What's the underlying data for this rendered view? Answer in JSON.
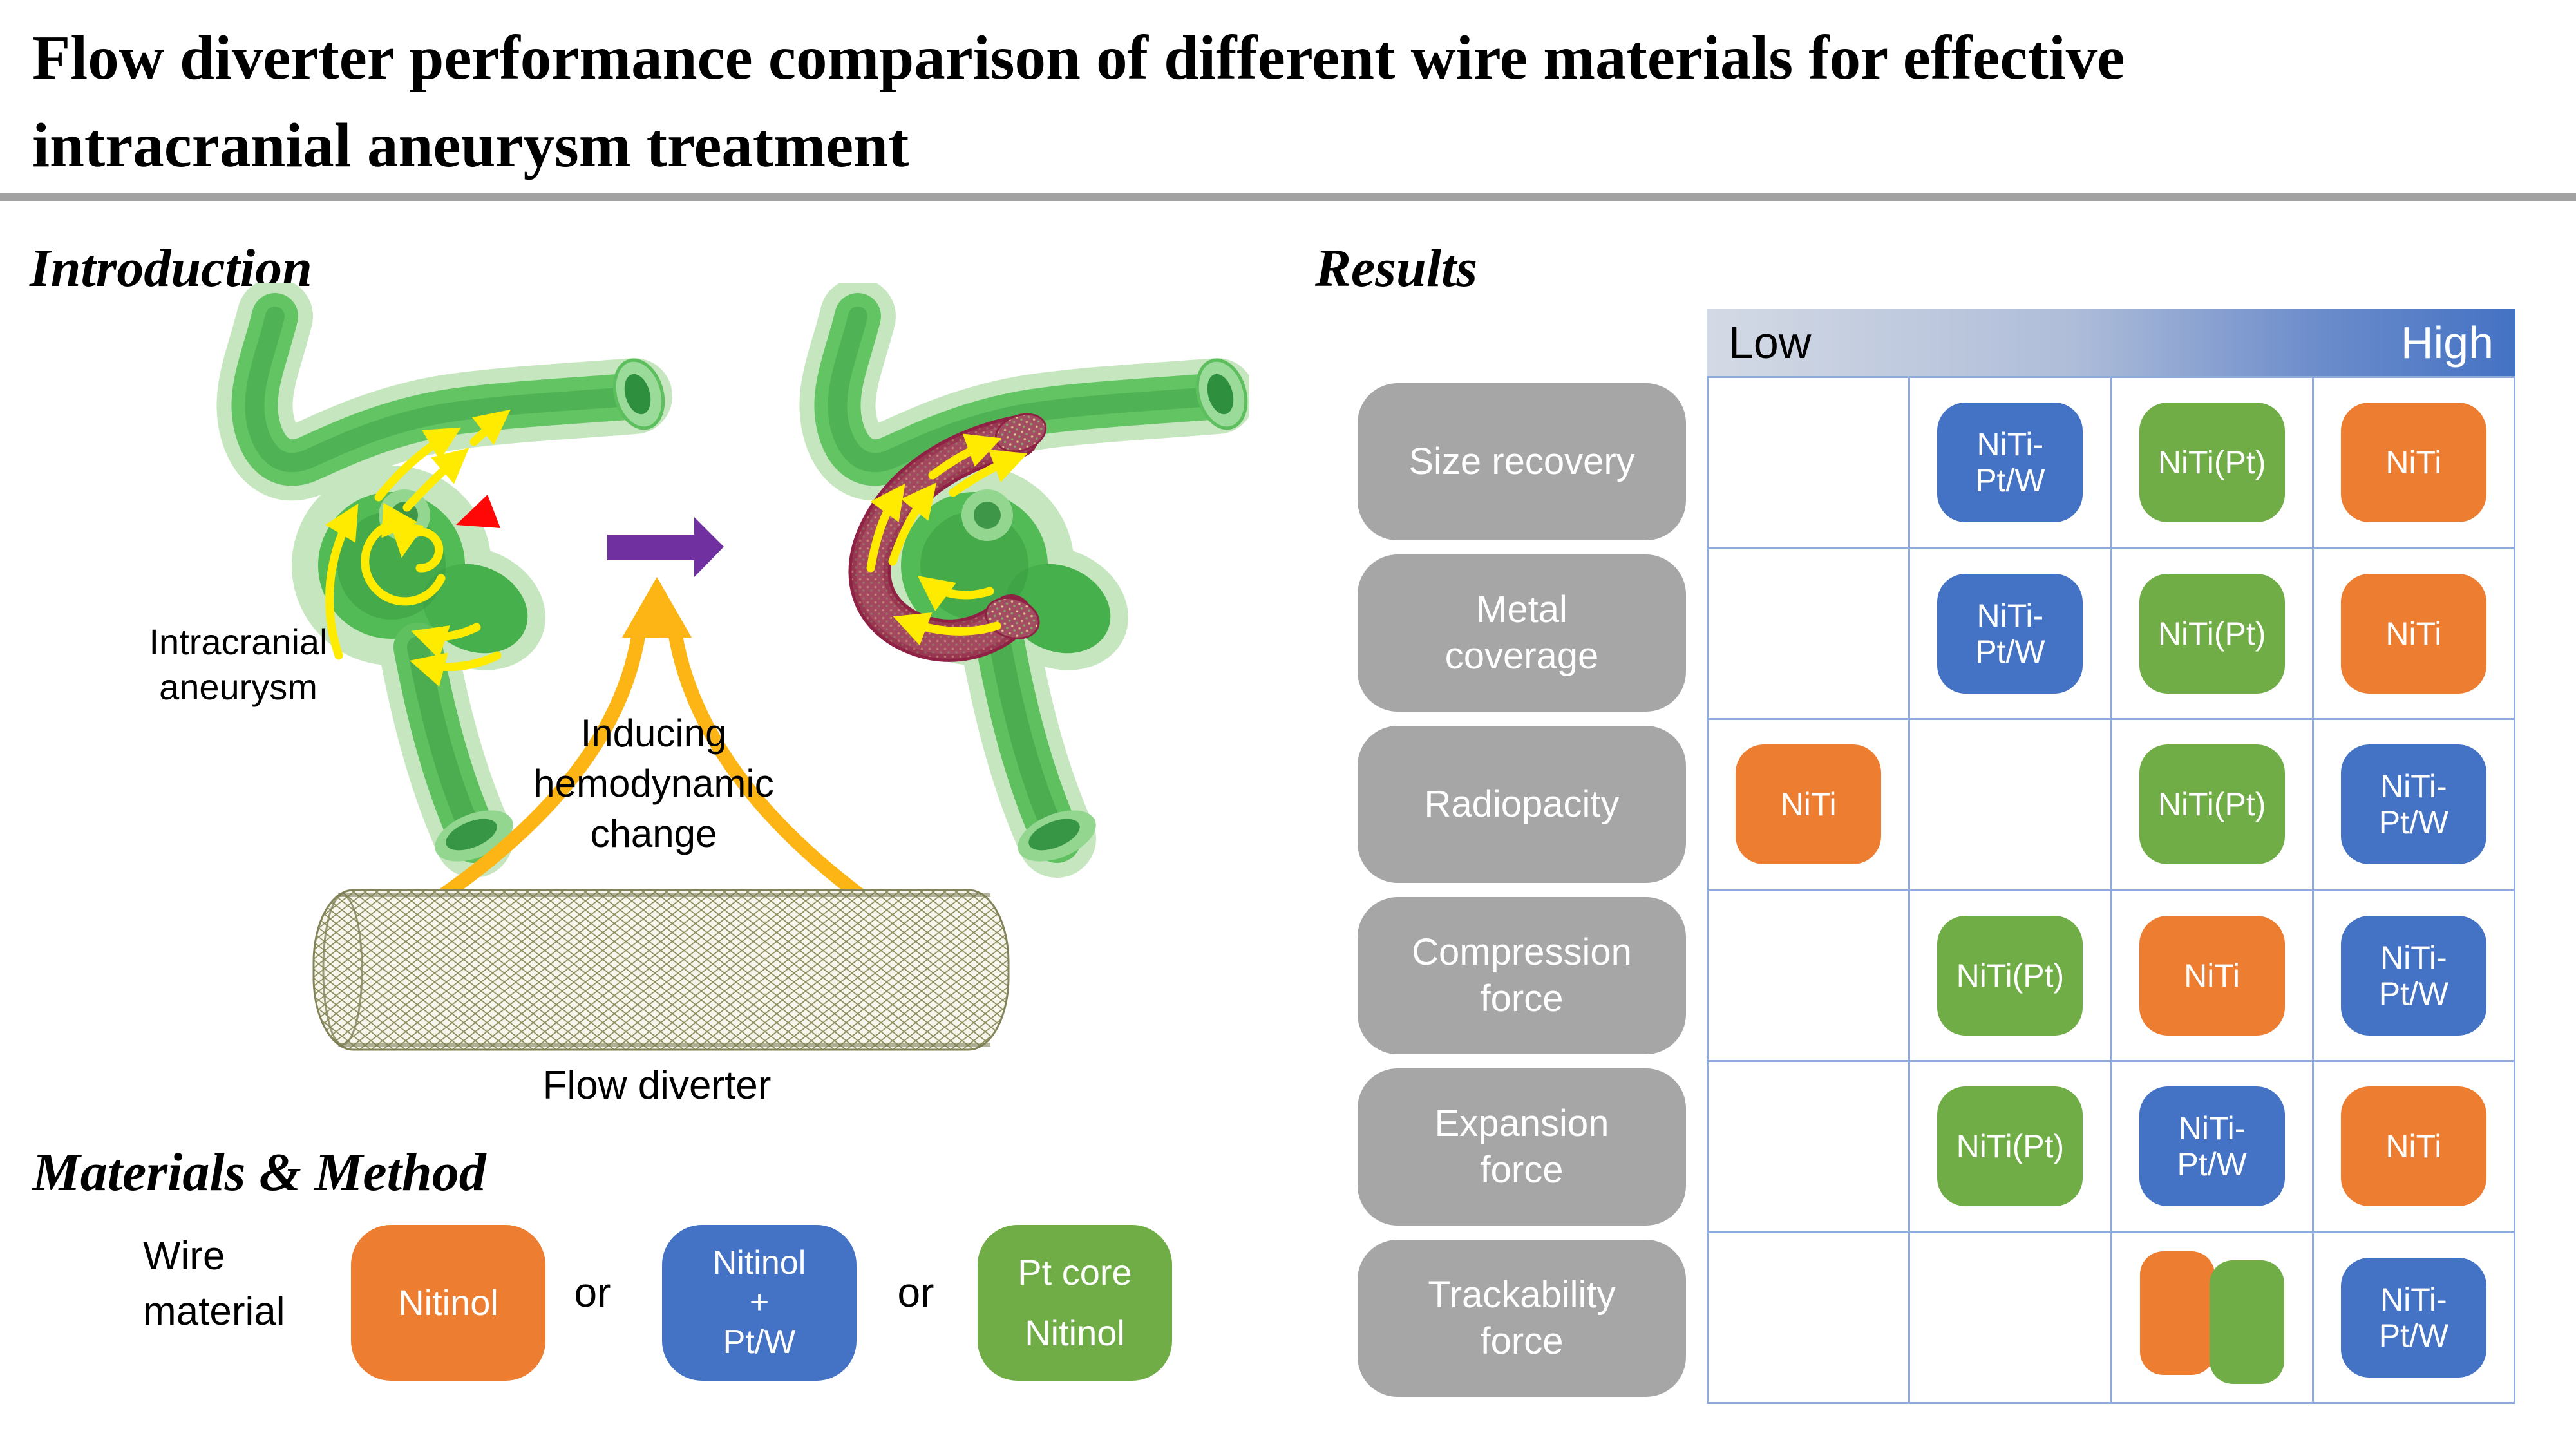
{
  "header": {
    "title_lines": [
      "Flow diverter performance comparison of different wire materials for effective",
      "intracranial aneurysm treatment"
    ]
  },
  "introduction": {
    "heading": "Introduction",
    "aneurysm_label_lines": [
      "Intracranial",
      "aneurysm"
    ],
    "inducing_label_lines": [
      "Inducing",
      "hemodynamic",
      "change"
    ],
    "flow_diverter_label": "Flow diverter"
  },
  "materials": {
    "heading": "Materials & Method",
    "wire_label_lines": [
      "Wire",
      "material"
    ],
    "or_text": "or",
    "options": [
      {
        "name": "Nitinol",
        "lines": [
          "Nitinol"
        ],
        "color": "#ED7D31"
      },
      {
        "name": "Nitinol + Pt/W",
        "lines": [
          "Nitinol",
          "+",
          "Pt/W"
        ],
        "color": "#4472C4"
      },
      {
        "name": "Pt core Nitinol",
        "lines": [
          "Pt core",
          "Nitinol"
        ],
        "color": "#70AD47"
      }
    ]
  },
  "results": {
    "heading": "Results",
    "scale": {
      "low": "Low",
      "high": "High"
    },
    "metrics": [
      {
        "label_lines": [
          "Size recovery"
        ]
      },
      {
        "label_lines": [
          "Metal",
          "coverage"
        ]
      },
      {
        "label_lines": [
          "Radiopacity"
        ]
      },
      {
        "label_lines": [
          "Compression",
          "force"
        ]
      },
      {
        "label_lines": [
          "Expansion",
          "force"
        ]
      },
      {
        "label_lines": [
          "Trackability",
          "force"
        ]
      }
    ],
    "chips": {
      "niti": {
        "name": "NiTi",
        "lines": [
          "NiTi"
        ],
        "color": "#ED7D31"
      },
      "niti_pt": {
        "name": "NiTi(Pt)",
        "lines": [
          "NiTi(Pt)"
        ],
        "color": "#70AD47"
      },
      "niti_ptw": {
        "name": "NiTi-Pt/W",
        "lines": [
          "NiTi-",
          "Pt/W"
        ],
        "color": "#4472C4"
      }
    }
  },
  "palette": {
    "niti_orange": "#ED7D31",
    "niti_ptw_blue": "#4472C4",
    "niti_pt_green": "#70AD47",
    "metric_gray": "#A6A6A6",
    "grid_line_blue": "#8FAADC",
    "scale_gradient_left": "#D4DAE5",
    "scale_gradient_right": "#4472C4",
    "divider_gray": "#A2A2A2",
    "transition_arrow_purple": "#7030A0",
    "pointer_red": "#FF0707",
    "inducing_arrow_amber": "#FDB515",
    "flow_arrow_yellow": "#FFEB00",
    "vessel_green": "#52BB55",
    "stent_maroon": "#8E2144"
  },
  "chart_data": {
    "type": "table",
    "title": "Results",
    "xlabel_scale": {
      "left": "Low",
      "right": "High",
      "columns": 4
    },
    "legend": {
      "NiTi": "#ED7D31",
      "NiTi(Pt)": "#70AD47",
      "NiTi-Pt/W": "#4472C4"
    },
    "rows": [
      {
        "metric": "Size recovery",
        "ranking_low_to_high": {
          "NiTi-Pt/W": 2,
          "NiTi(Pt)": 3,
          "NiTi": 4
        }
      },
      {
        "metric": "Metal coverage",
        "ranking_low_to_high": {
          "NiTi-Pt/W": 2,
          "NiTi(Pt)": 3,
          "NiTi": 4
        }
      },
      {
        "metric": "Radiopacity",
        "ranking_low_to_high": {
          "NiTi": 1,
          "NiTi(Pt)": 3,
          "NiTi-Pt/W": 4
        }
      },
      {
        "metric": "Compression force",
        "ranking_low_to_high": {
          "NiTi(Pt)": 2,
          "NiTi": 3,
          "NiTi-Pt/W": 4
        }
      },
      {
        "metric": "Expansion force",
        "ranking_low_to_high": {
          "NiTi(Pt)": 2,
          "NiTi-Pt/W": 3,
          "NiTi": 4
        }
      },
      {
        "metric": "Trackability force",
        "ranking_low_to_high": {
          "NiTi": 3,
          "NiTi(Pt)": 3,
          "NiTi-Pt/W": 4
        },
        "note": "NiTi and NiTi(Pt) share column 3 as unlabeled narrow chips"
      }
    ]
  }
}
